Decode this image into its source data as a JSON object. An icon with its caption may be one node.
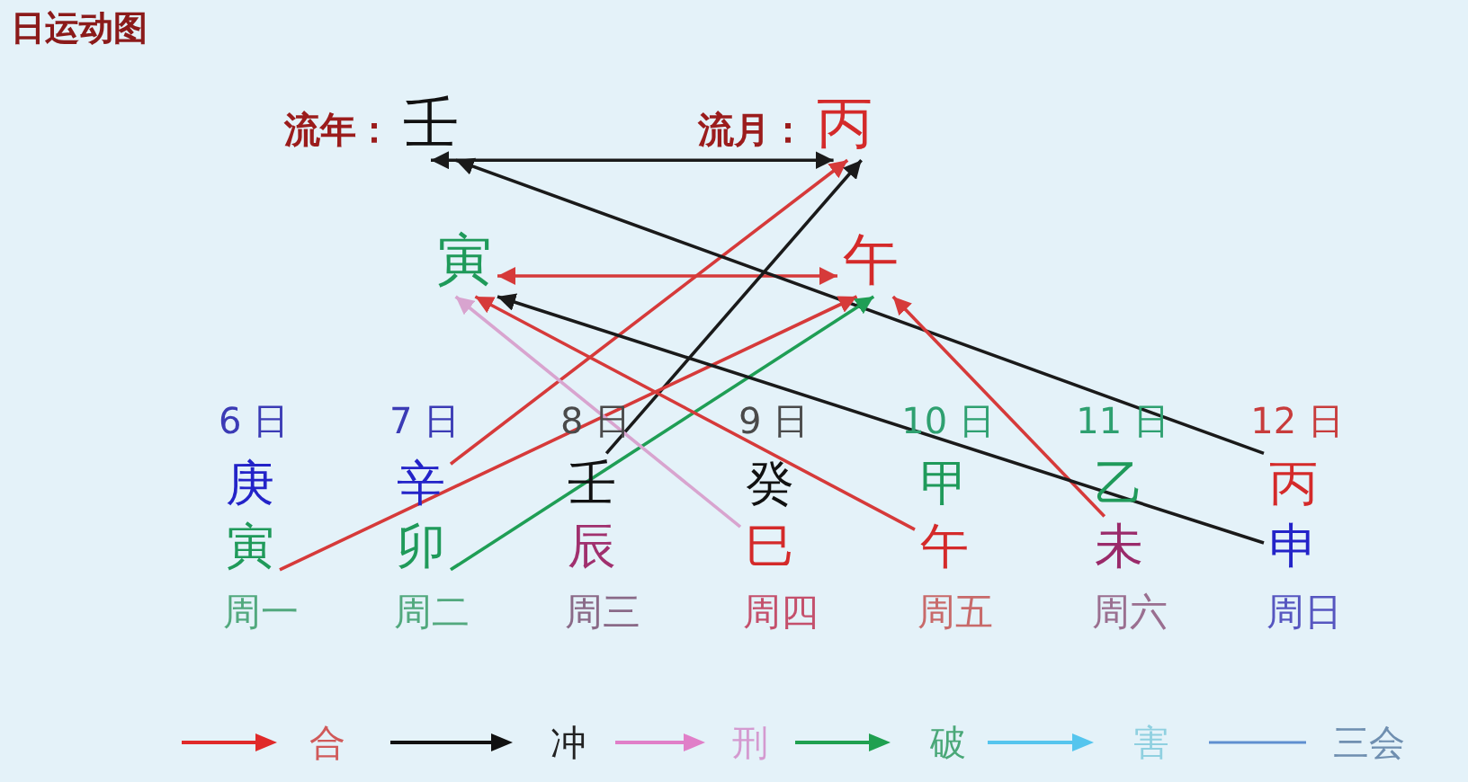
{
  "diagram": {
    "title": "日运动图",
    "nodes": [
      {
        "text": [
          "壬"
        ],
        "beside": [
          "流年："
        ]
      },
      {
        "text": [
          "丙"
        ],
        "beside": [
          "流月："
        ]
      },
      {
        "text": [
          "寅"
        ]
      },
      {
        "text": [
          "午"
        ]
      },
      {
        "text": [
          "辛"
        ]
      },
      {
        "text": [
          "壬"
        ]
      },
      {
        "text": [
          "丙"
        ]
      },
      {
        "text": [
          "寅"
        ]
      },
      {
        "text": [
          "卯"
        ]
      },
      {
        "text": [
          "巳"
        ]
      },
      {
        "text": [
          "午"
        ]
      },
      {
        "text": [
          "未"
        ]
      },
      {
        "text": [
          "申"
        ]
      }
    ],
    "edges": [
      {
        "from": 0,
        "to": 1,
        "arrow": "both",
        "color": "#1a1a1a"
      },
      {
        "from": 2,
        "to": 3,
        "arrow": "both"
      },
      {
        "from": 4,
        "to": 1,
        "arrow": "to"
      },
      {
        "from": 5,
        "to": 1,
        "arrow": "to",
        "color": "#1a1a1a"
      },
      {
        "from": 6,
        "to": 0,
        "arrow": "to",
        "color": "#1a1a1a"
      },
      {
        "from": 7,
        "to": 3,
        "arrow": "to"
      },
      {
        "from": 8,
        "to": 3,
        "arrow": "to",
        "color": "#1f9e55"
      },
      {
        "from": 9,
        "to": 2,
        "arrow": "to",
        "color": "#d8a4cf"
      },
      {
        "from": 10,
        "to": 2,
        "arrow": "to"
      },
      {
        "from": 11,
        "to": 3,
        "arrow": "to"
      },
      {
        "from": 12,
        "to": 2,
        "arrow": "to",
        "color": "#1a1a1a"
      }
    ],
    "labels": [
      "6 日",
      "7 日",
      "8 日",
      "9 日",
      "10 日",
      "11 日",
      "12 日",
      "庚",
      "癸",
      "甲",
      "乙",
      "辰",
      "周一",
      "周二",
      "周三",
      "周四",
      "周五",
      "周六",
      "周日"
    ],
    "legend": [
      {
        "text": "合"
      },
      {
        "text": "冲"
      },
      {
        "text": "刑"
      },
      {
        "text": "破"
      },
      {
        "text": "害"
      },
      {
        "text": "三会"
      }
    ]
  }
}
